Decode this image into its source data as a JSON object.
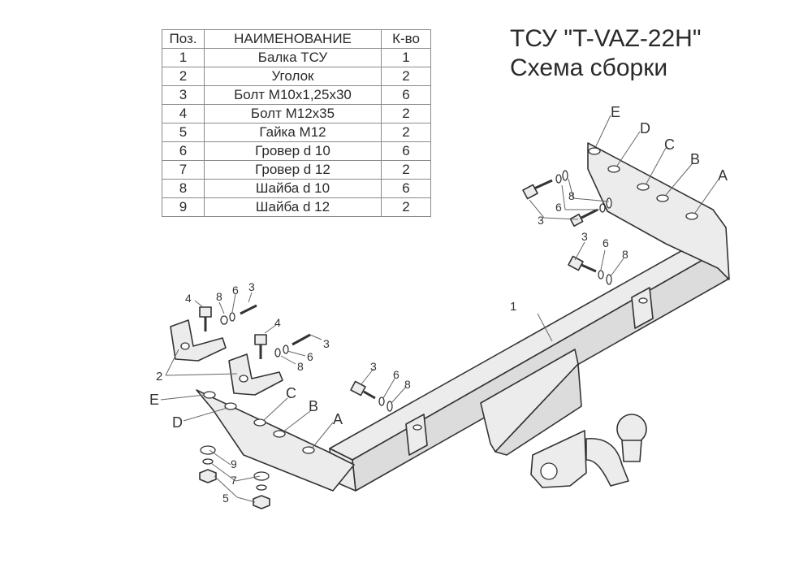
{
  "table": {
    "headers": {
      "pos": "Поз.",
      "name": "НАИМЕНОВАНИЕ",
      "qty": "К-во"
    },
    "rows": [
      {
        "pos": "1",
        "name": "Балка ТСУ",
        "qty": "1"
      },
      {
        "pos": "2",
        "name": "Уголок",
        "qty": "2"
      },
      {
        "pos": "3",
        "name": "Болт М10х1,25х30",
        "qty": "6"
      },
      {
        "pos": "4",
        "name": "Болт М12х35",
        "qty": "2"
      },
      {
        "pos": "5",
        "name": "Гайка М12",
        "qty": "2"
      },
      {
        "pos": "6",
        "name": "Гровер d 10",
        "qty": "6"
      },
      {
        "pos": "7",
        "name": "Гровер d 12",
        "qty": "2"
      },
      {
        "pos": "8",
        "name": "Шайба d 10",
        "qty": "6"
      },
      {
        "pos": "9",
        "name": "Шайба d 12",
        "qty": "2"
      }
    ]
  },
  "title": {
    "line1": "ТСУ \"T-VAZ-22H\"",
    "line2": "Схема сборки"
  },
  "labels": {
    "part1": "1",
    "part2": "2",
    "part3": "3",
    "part4": "4",
    "part5": "5",
    "part6": "6",
    "part7": "7",
    "part8": "8",
    "part9": "9",
    "hole_a": "A",
    "hole_b": "B",
    "hole_c": "C",
    "hole_d": "D",
    "hole_e": "E"
  }
}
